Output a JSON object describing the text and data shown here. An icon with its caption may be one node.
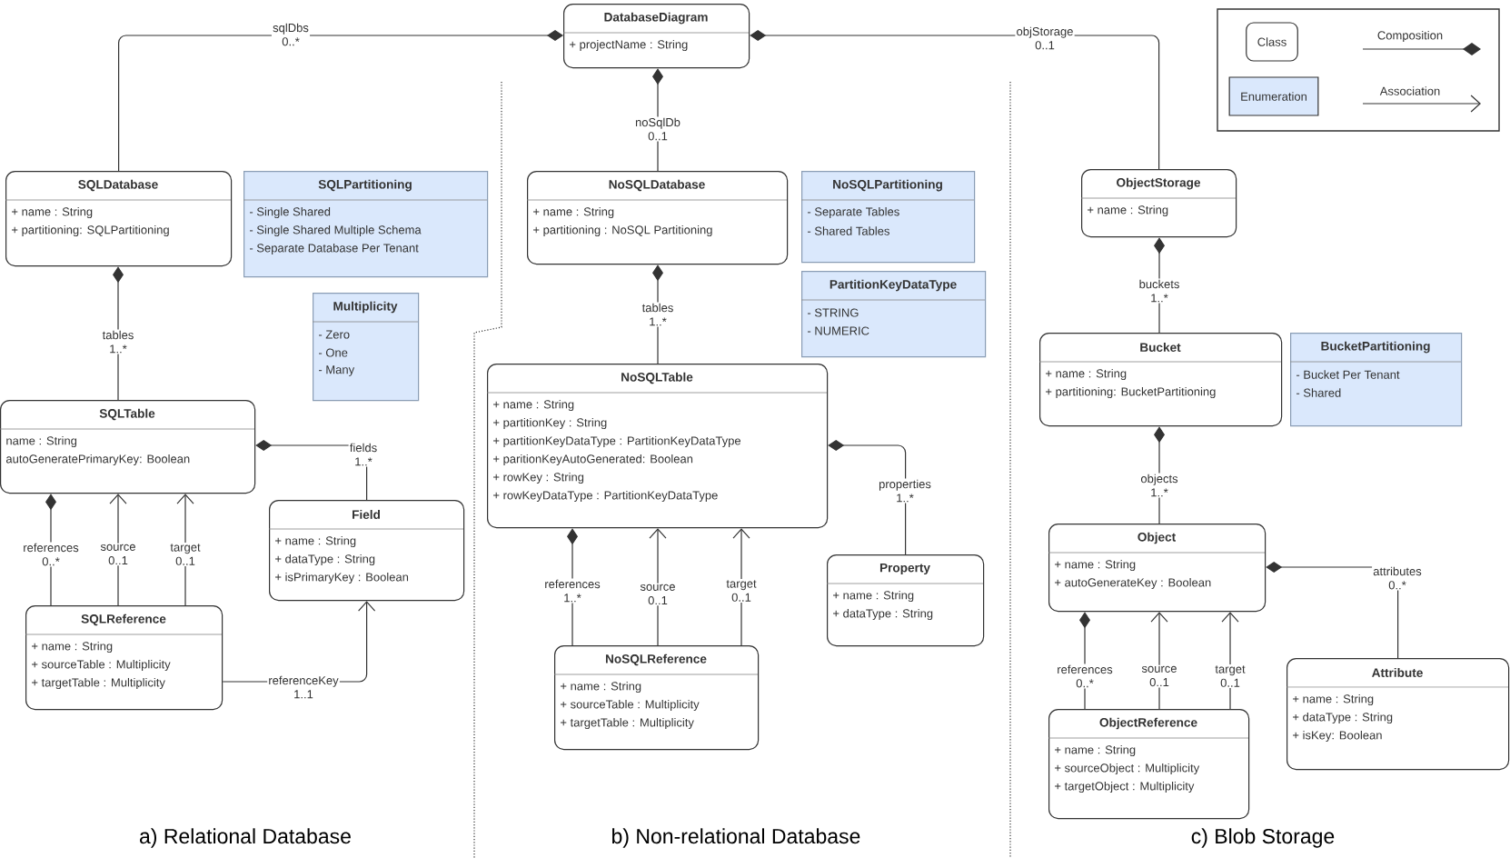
{
  "diagram": {
    "nodes": [
      {
        "text": [
          "DatabaseDiagram",
          "+ projectName : String"
        ]
      },
      {
        "text": [
          "SQLDatabase",
          "+ name : String",
          "+ partitioning: SQLPartitioning"
        ]
      },
      {
        "text": [
          "SQLPartitioning",
          "- Single Shared",
          "- Single Shared Multiple Schema",
          "- Separate Database Per Tenant"
        ]
      },
      {
        "text": [
          "Multiplicity",
          "- Zero",
          "- One",
          "- Many"
        ]
      },
      {
        "text": [
          "SQLTable",
          "name : String",
          "autoGeneratePrimaryKey: Boolean"
        ]
      },
      {
        "text": [
          "Field",
          "+ name : String",
          "+ dataType : String",
          "+ isPrimaryKey : Boolean"
        ]
      },
      {
        "text": [
          "SQLReference",
          "+ name : String",
          "+ sourceTable : Multiplicity",
          "+ targetTable : Multiplicity"
        ]
      },
      {
        "text": [
          "NoSQLDatabase",
          "+ name : String",
          "+ partitioning : NoSQL Partitioning"
        ]
      },
      {
        "text": [
          "NoSQLPartitioning",
          "- Separate Tables",
          "- Shared Tables"
        ]
      },
      {
        "text": [
          "PartitionKeyDataType",
          "- STRING",
          "- NUMERIC"
        ]
      },
      {
        "text": [
          "NoSQLTable",
          "+ name : String",
          "+ partitionKey : String",
          "+ partitionKeyDataType : PartitionKeyDataType",
          "+ paritionKeyAutoGenerated: Boolean",
          "+ rowKey : String",
          "+ rowKeyDataType : PartitionKeyDataType"
        ]
      },
      {
        "text": [
          "Property",
          "+ name : String",
          "+ dataType : String"
        ]
      },
      {
        "text": [
          "NoSQLReference",
          "+ name : String",
          "+ sourceTable : Multiplicity",
          "+ targetTable : Multiplicity"
        ]
      },
      {
        "text": [
          "ObjectStorage",
          "+ name : String"
        ]
      },
      {
        "text": [
          "Bucket",
          "+ name : String",
          "+ partitioning: BucketPartitioning"
        ]
      },
      {
        "text": [
          "BucketPartitioning",
          "- Bucket Per Tenant",
          "- Shared"
        ]
      },
      {
        "text": [
          "Object",
          "+ name : String",
          "+ autoGenerateKey : Boolean"
        ]
      },
      {
        "text": [
          "ObjectReference",
          "+ name : String",
          "+ sourceObject : Multiplicity",
          "+ targetObject : Multiplicity"
        ]
      },
      {
        "text": [
          "Attribute",
          "+ name : String",
          "+ dataType : String",
          "+ isKey: Boolean"
        ]
      }
    ],
    "edges": [
      {
        "from": 0,
        "to": 1,
        "arrow": "other",
        "label": "sqlDbs 0..*"
      },
      {
        "from": 0,
        "to": 7,
        "arrow": "other",
        "label": "noSqlDb 0..1"
      },
      {
        "from": 0,
        "to": 13,
        "arrow": "other",
        "label": "objStorage 0..1"
      },
      {
        "from": 1,
        "to": 4,
        "arrow": "other",
        "label": "tables 1..*"
      },
      {
        "from": 4,
        "to": 5,
        "arrow": "other",
        "label": "fields 1..*"
      },
      {
        "from": 4,
        "to": 6,
        "arrow": "other",
        "label": "references 0..*"
      },
      {
        "from": 6,
        "to": 4,
        "arrow": "to",
        "label": "source 0..1"
      },
      {
        "from": 6,
        "to": 4,
        "arrow": "to",
        "label": "target 0..1"
      },
      {
        "from": 6,
        "to": 5,
        "arrow": "to",
        "label": "referenceKey 1..1"
      },
      {
        "from": 7,
        "to": 10,
        "arrow": "other",
        "label": "tables 1..*"
      },
      {
        "from": 10,
        "to": 11,
        "arrow": "other",
        "label": "properties 1..*"
      },
      {
        "from": 10,
        "to": 12,
        "arrow": "other",
        "label": "references 1..*"
      },
      {
        "from": 12,
        "to": 10,
        "arrow": "to",
        "label": "source 0..1"
      },
      {
        "from": 12,
        "to": 10,
        "arrow": "to",
        "label": "target 0..1"
      },
      {
        "from": 13,
        "to": 14,
        "arrow": "other",
        "label": "buckets 1..*"
      },
      {
        "from": 14,
        "to": 16,
        "arrow": "other",
        "label": "objects 1..*"
      },
      {
        "from": 16,
        "to": 18,
        "arrow": "other",
        "label": "attributes 0..*"
      },
      {
        "from": 16,
        "to": 17,
        "arrow": "other",
        "label": "references 0..*"
      },
      {
        "from": 17,
        "to": 16,
        "arrow": "to",
        "label": "source 0..1"
      },
      {
        "from": 17,
        "to": 16,
        "arrow": "to",
        "label": "target 0..1"
      }
    ],
    "labels": [
      "a) Relational Database",
      "b) Non-relational Database",
      "c) Blob Storage"
    ],
    "legend": [
      {
        "text": "Class"
      },
      {
        "text": "Enumeration",
        "color": "#dae8fc"
      },
      {
        "text": "Composition"
      },
      {
        "text": "Association"
      }
    ]
  }
}
